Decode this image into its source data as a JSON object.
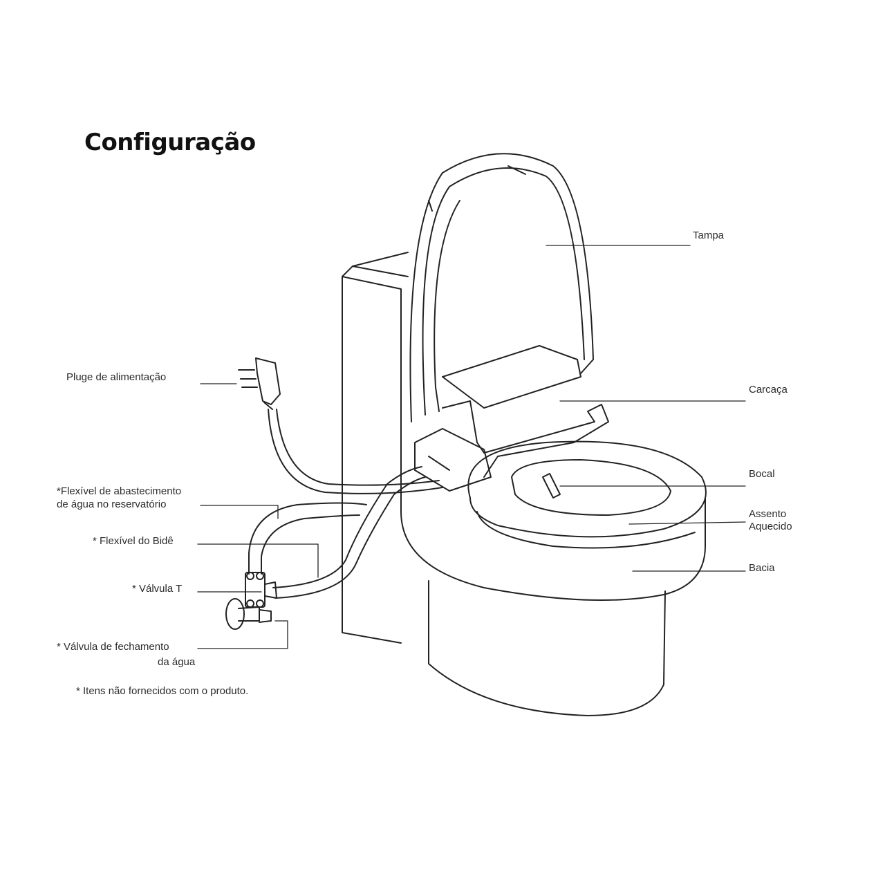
{
  "title": "Configuração",
  "labels": {
    "tampa": "Tampa",
    "carcaca": "Carcaça",
    "bocal": "Bocal",
    "assento_line1": "Assento",
    "assento_line2": "Aquecido",
    "bacia": "Bacia",
    "pluge": "Pluge de alimentação",
    "flexivel_abastecimento_line1": "*Flexível de abastecimento",
    "flexivel_abastecimento_line2": "de água no reservatório",
    "flexivel_bide": "* Flexível do Bidê",
    "valvula_t": "* Válvula T",
    "valvula_fechamento_line1": "* Válvula de fechamento",
    "valvula_fechamento_line2": "da água"
  },
  "footnote": "* Itens não fornecidos com o produto."
}
